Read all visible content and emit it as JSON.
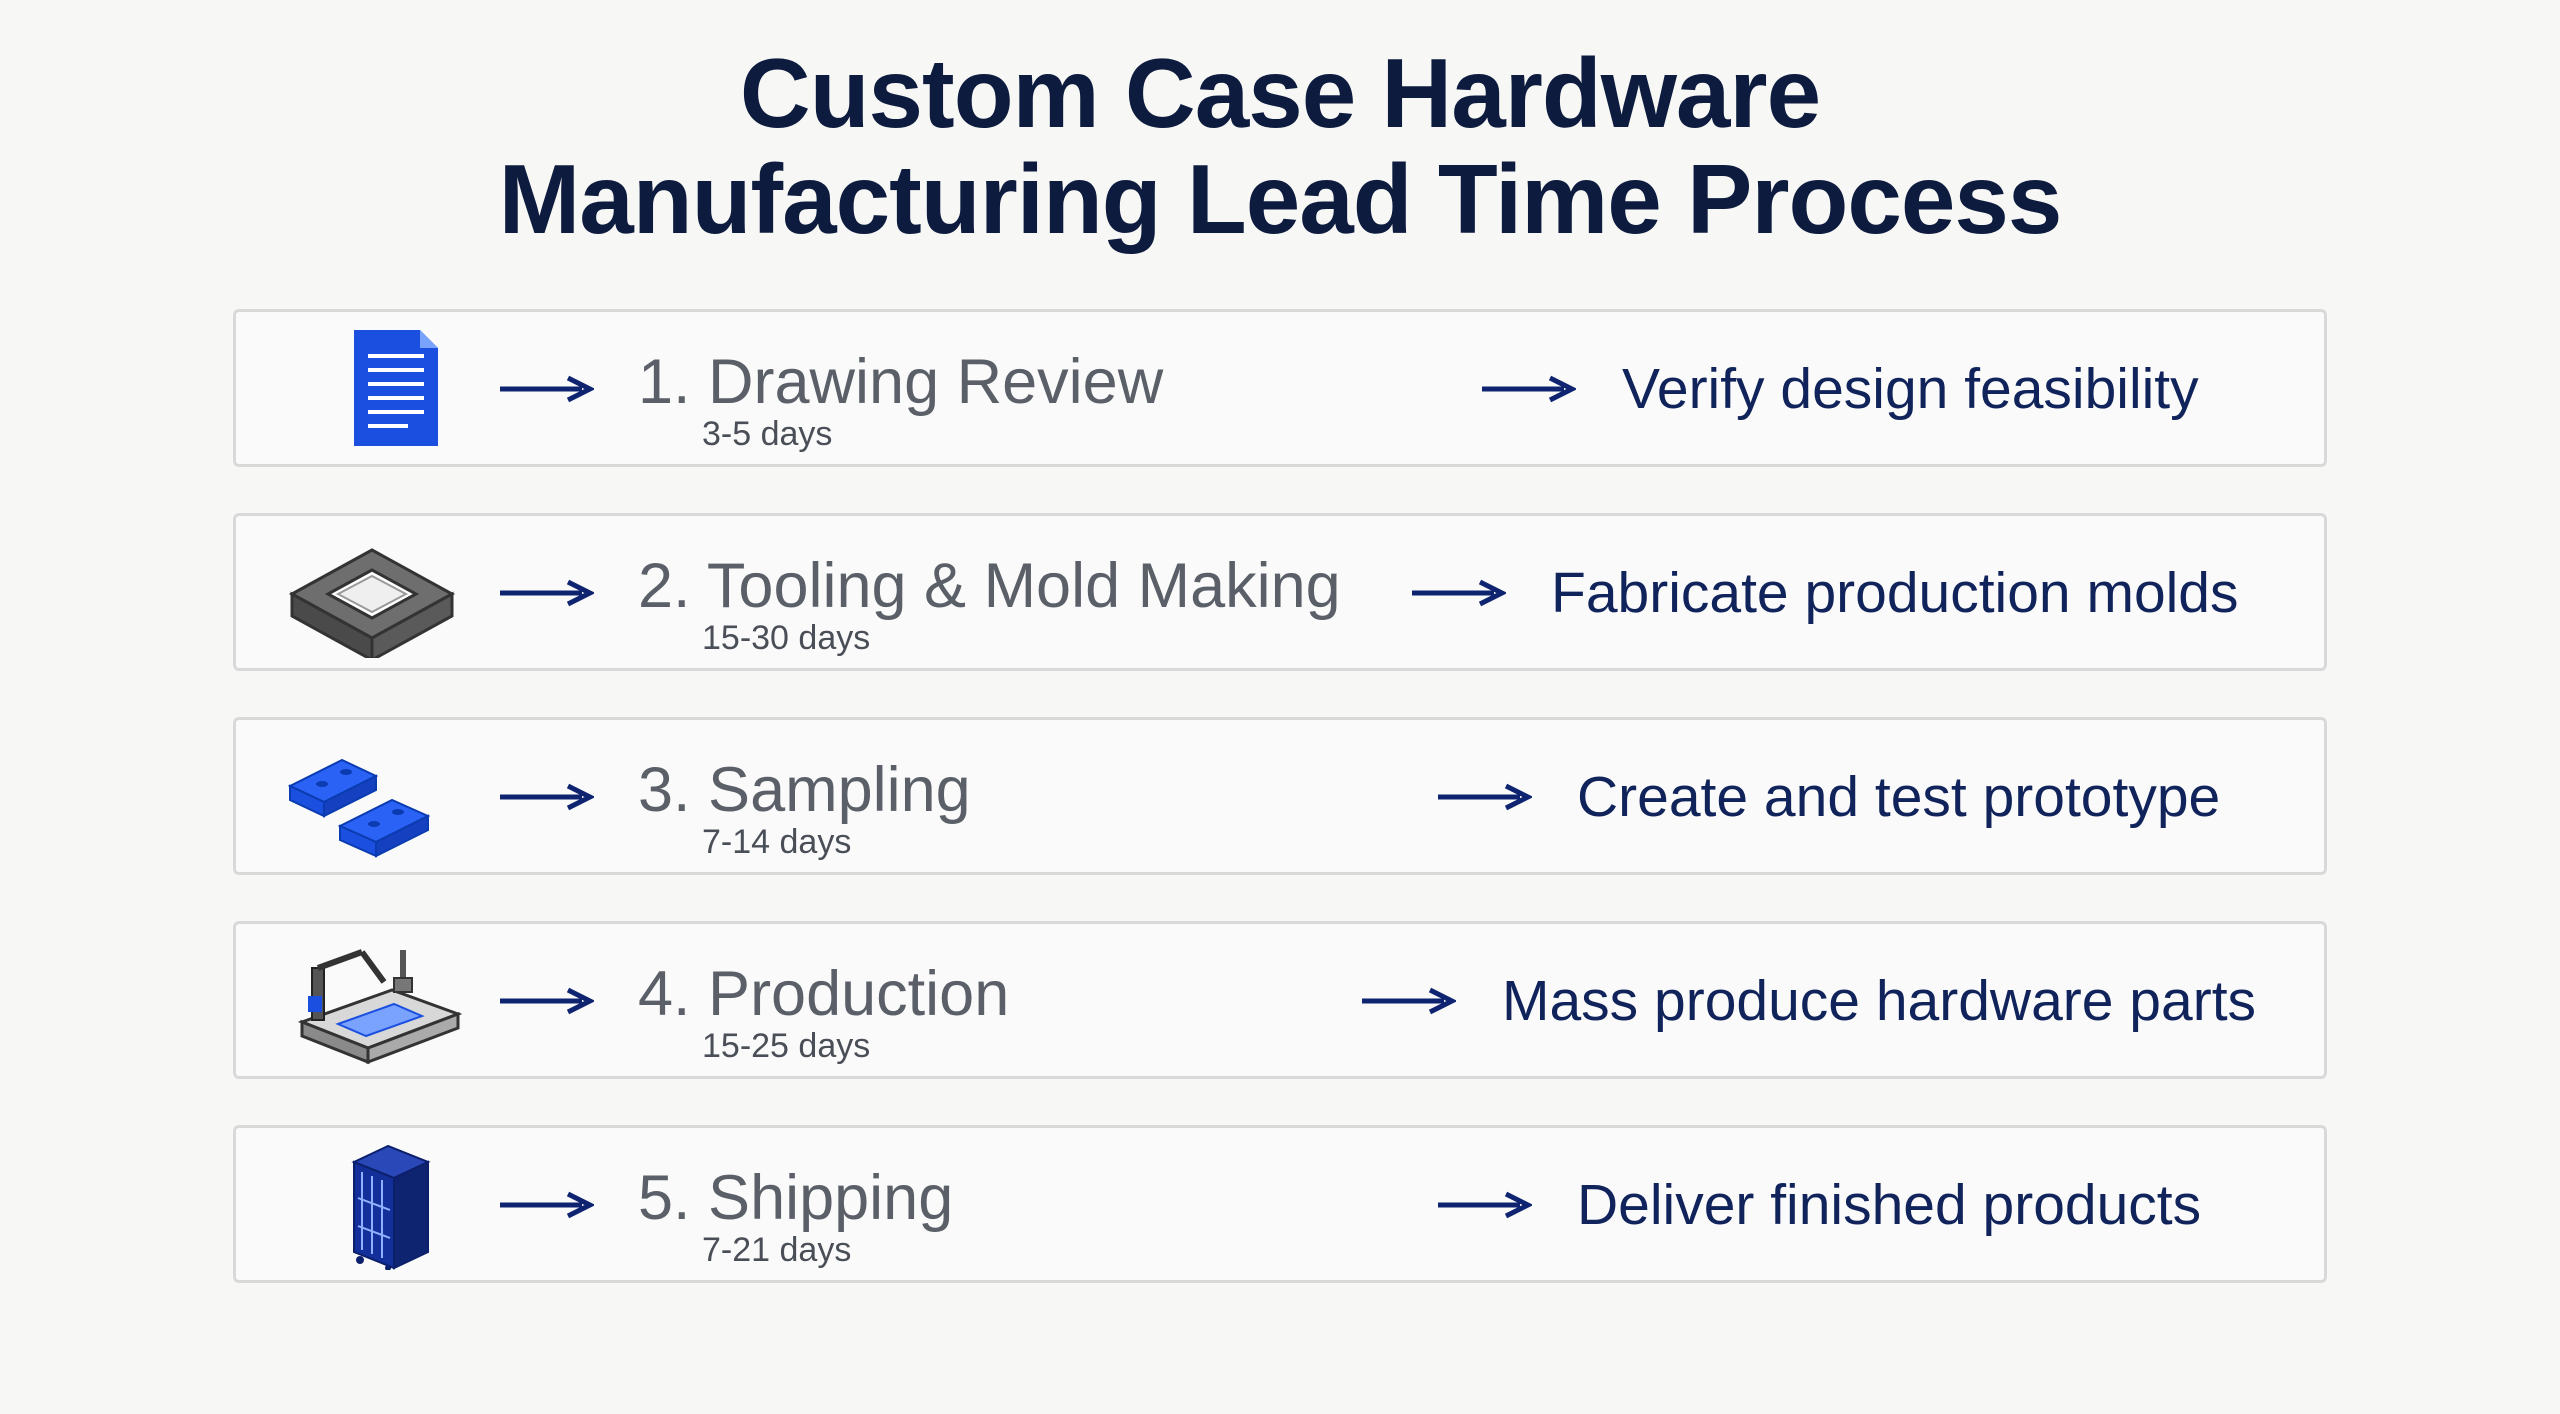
{
  "title": {
    "line1": "Custom Case Hardware",
    "line2": "Manufacturing Lead Time Process"
  },
  "colors": {
    "title": "#0d1b3e",
    "description": "#10235a",
    "step_name": "#5a5f68",
    "accent_blue": "#1a4fe0",
    "navy": "#0f2470"
  },
  "steps": [
    {
      "name": "1. Drawing Review",
      "duration": "3-5 days",
      "description": "Verify design feasibility",
      "icon": "document-icon"
    },
    {
      "name": "2. Tooling & Mold Making",
      "duration": "15-30 days",
      "description": "Fabricate production molds",
      "icon": "mold-icon"
    },
    {
      "name": "3. Sampling",
      "duration": "7-14 days",
      "description": "Create and test prototype",
      "icon": "sample-blocks-icon"
    },
    {
      "name": "4. Production",
      "duration": "15-25 days",
      "description": "Mass produce hardware parts",
      "icon": "robot-arm-icon"
    },
    {
      "name": "5. Shipping",
      "duration": "7-21 days",
      "description": "Deliver finished products",
      "icon": "shipping-container-icon"
    }
  ]
}
